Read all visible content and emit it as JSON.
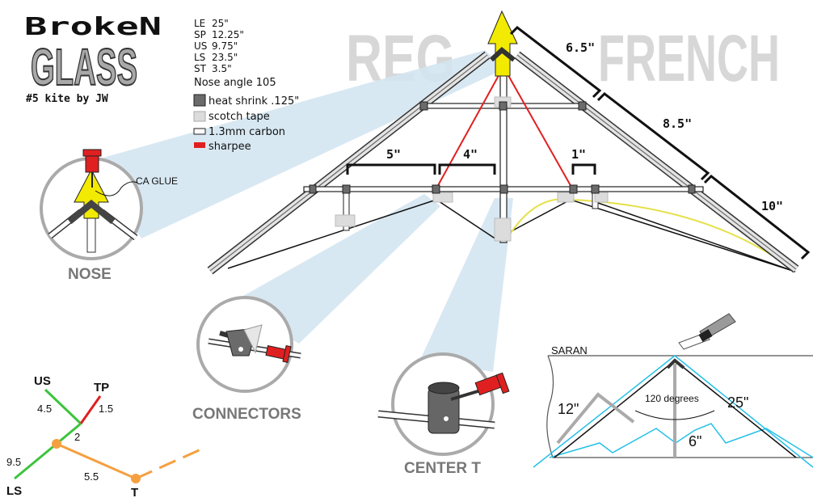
{
  "title": {
    "word1": "BrokeN",
    "word2": "GLASS",
    "byline": "#5 kite by JW"
  },
  "specs": [
    {
      "label": "LE",
      "value": "25\""
    },
    {
      "label": "SP",
      "value": "12.25\""
    },
    {
      "label": "US",
      "value": "9.75\""
    },
    {
      "label": "LS",
      "value": "23.5\""
    },
    {
      "label": "ST",
      "value": "3.5\""
    }
  ],
  "nose_angle": "Nose angle 105",
  "legend": [
    {
      "label": "heat shrink .125\"",
      "color": "#6b6b6b"
    },
    {
      "label": "scotch tape",
      "color": "#dcdcdc"
    },
    {
      "label": "1.3mm carbon",
      "color": "#ffffff"
    },
    {
      "label": "sharpee",
      "color": "#e02020"
    }
  ],
  "watermarks": {
    "left": "REG",
    "right": "FRENCH"
  },
  "dimensions": {
    "le_top": "6.5\"",
    "le_mid": "8.5\"",
    "le_bottom": "10\"",
    "spreader_5": "5\"",
    "spreader_4": "4\"",
    "spreader_1": "1\""
  },
  "details": {
    "nose": "NOSE",
    "connectors": "CONNECTORS",
    "center_t": "CENTER T",
    "ca_glue": "CA GLUE"
  },
  "bridle": {
    "nodes": {
      "us": "US",
      "tp": "TP",
      "ls": "LS",
      "t": "T"
    },
    "lengths": {
      "us": "4.5",
      "tp": "1.5",
      "center": "2",
      "ls": "9.5",
      "t": "5.5"
    },
    "colors": {
      "green": "#3cc43c",
      "red": "#e02020",
      "orange": "#f5a040"
    }
  },
  "saran": {
    "label": "SARAN",
    "angle": "120 degrees",
    "dim_left": "12\"",
    "dim_right": "25\"",
    "dim_center": "6\""
  }
}
